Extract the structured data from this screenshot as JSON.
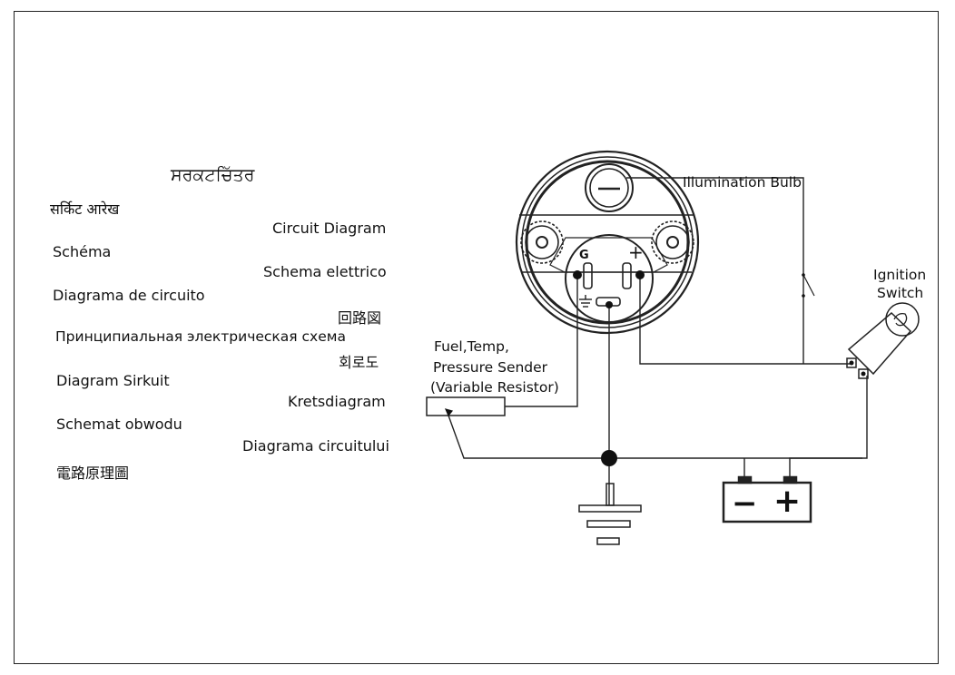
{
  "translations": {
    "punjabi": "ਸਰਕਟਚਿੱਤਰ",
    "hindi": "सर्किट आरेख",
    "english": "Circuit Diagram",
    "czech": "Schéma",
    "italian": "Schema elettrico",
    "portuguese": "Diagrama de circuito",
    "japanese": "回路図",
    "russian": "Принципиальная электрическая схема",
    "korean": "회로도",
    "indonesian": "Diagram Sirkuit",
    "swedish": "Kretsdiagram",
    "polish": "Schemat obwodu",
    "romanian": "Diagrama circuitului",
    "chinese_traditional": "電路原理圖"
  },
  "diagram": {
    "illumination_bulb": "Illumination Bulb",
    "ignition_switch_line1": "Ignition",
    "ignition_switch_line2": "Switch",
    "sender_line1": "Fuel,Temp,",
    "sender_line2": "Pressure Sender",
    "sender_line3": "(Variable Resistor)",
    "terminal_g": "G",
    "terminal_plus": "+",
    "battery_minus": "−",
    "battery_plus": "+"
  }
}
